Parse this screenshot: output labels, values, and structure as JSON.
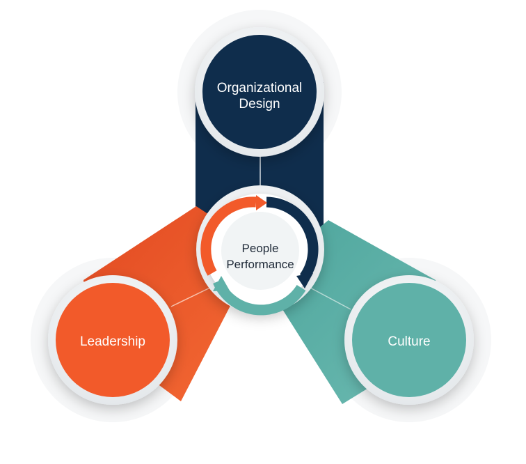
{
  "diagram": {
    "center": {
      "line1": "People",
      "line2": "Performance"
    },
    "nodes": {
      "top": {
        "line1": "Organizational",
        "line2": "Design"
      },
      "left": {
        "label": "Leadership"
      },
      "right": {
        "label": "Culture"
      }
    },
    "colors": {
      "navy": "#0f2d4c",
      "orange": "#f25a2a",
      "teal": "#5fb1a8",
      "ring": "#eef1f3",
      "center_fill": "#f1f4f5"
    }
  }
}
